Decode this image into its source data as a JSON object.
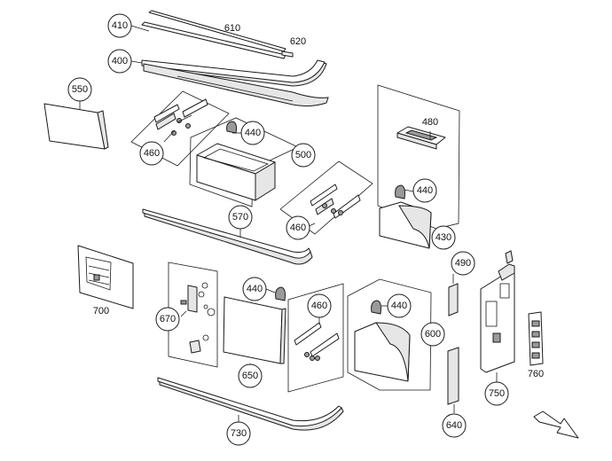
{
  "callouts": {
    "c410": "410",
    "c610": "610",
    "c620": "620",
    "c400": "400",
    "c550": "550",
    "c460a": "460",
    "c440a": "440",
    "c500": "500",
    "c480": "480",
    "c440b": "440",
    "c430": "430",
    "c460b": "460",
    "c570": "570",
    "c700": "700",
    "c670": "670",
    "c440c": "440",
    "c460c": "460",
    "c440d": "440",
    "c650": "650",
    "c600": "600",
    "c490": "490",
    "c750": "750",
    "c760": "760",
    "c640": "640",
    "c730": "730"
  },
  "icons": {
    "direction": "arrow-icon"
  }
}
